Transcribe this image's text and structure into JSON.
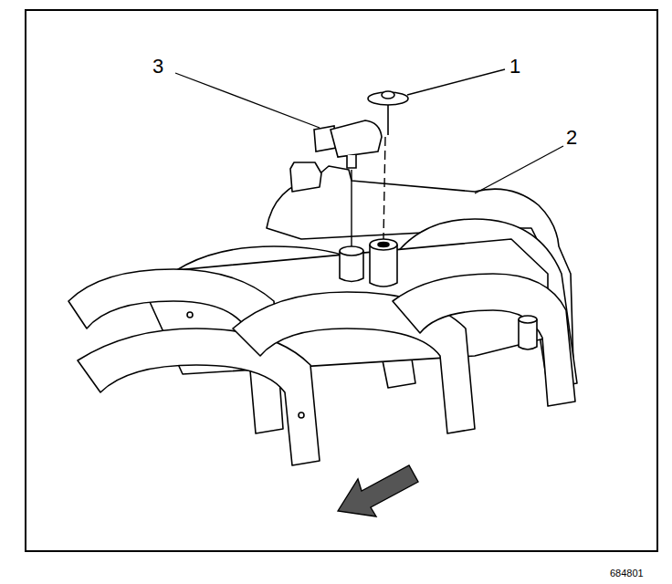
{
  "diagram": {
    "labels": [
      "3",
      "1",
      "2",
      "684801"
    ]
  }
}
